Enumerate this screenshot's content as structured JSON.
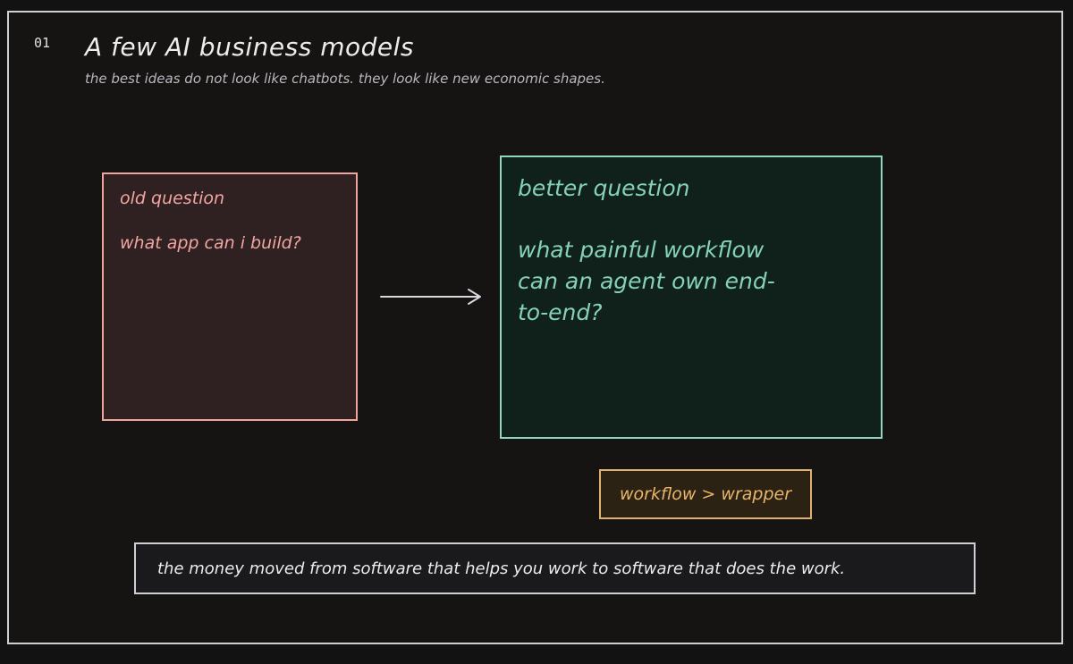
{
  "header": {
    "slide_number": "01",
    "title": "A few AI business models",
    "subtitle": "the best ideas do not look like chatbots. they look like new economic shapes."
  },
  "old_box": {
    "heading": "old question",
    "question": "what app can i build?"
  },
  "new_box": {
    "heading": "better question",
    "question": "what painful workflow can an agent own end-to-end?"
  },
  "tag": {
    "label": "workflow > wrapper"
  },
  "footer": {
    "text": "the money moved from software that helps you work to software that does the work."
  },
  "colors": {
    "background": "#121212",
    "old_box_accent": "#f0a4a0",
    "new_box_accent": "#86d2b8",
    "tag_accent": "#e8b46a",
    "frame": "#cfcfd6"
  },
  "icons": {
    "arrow": "right-arrow-icon"
  }
}
